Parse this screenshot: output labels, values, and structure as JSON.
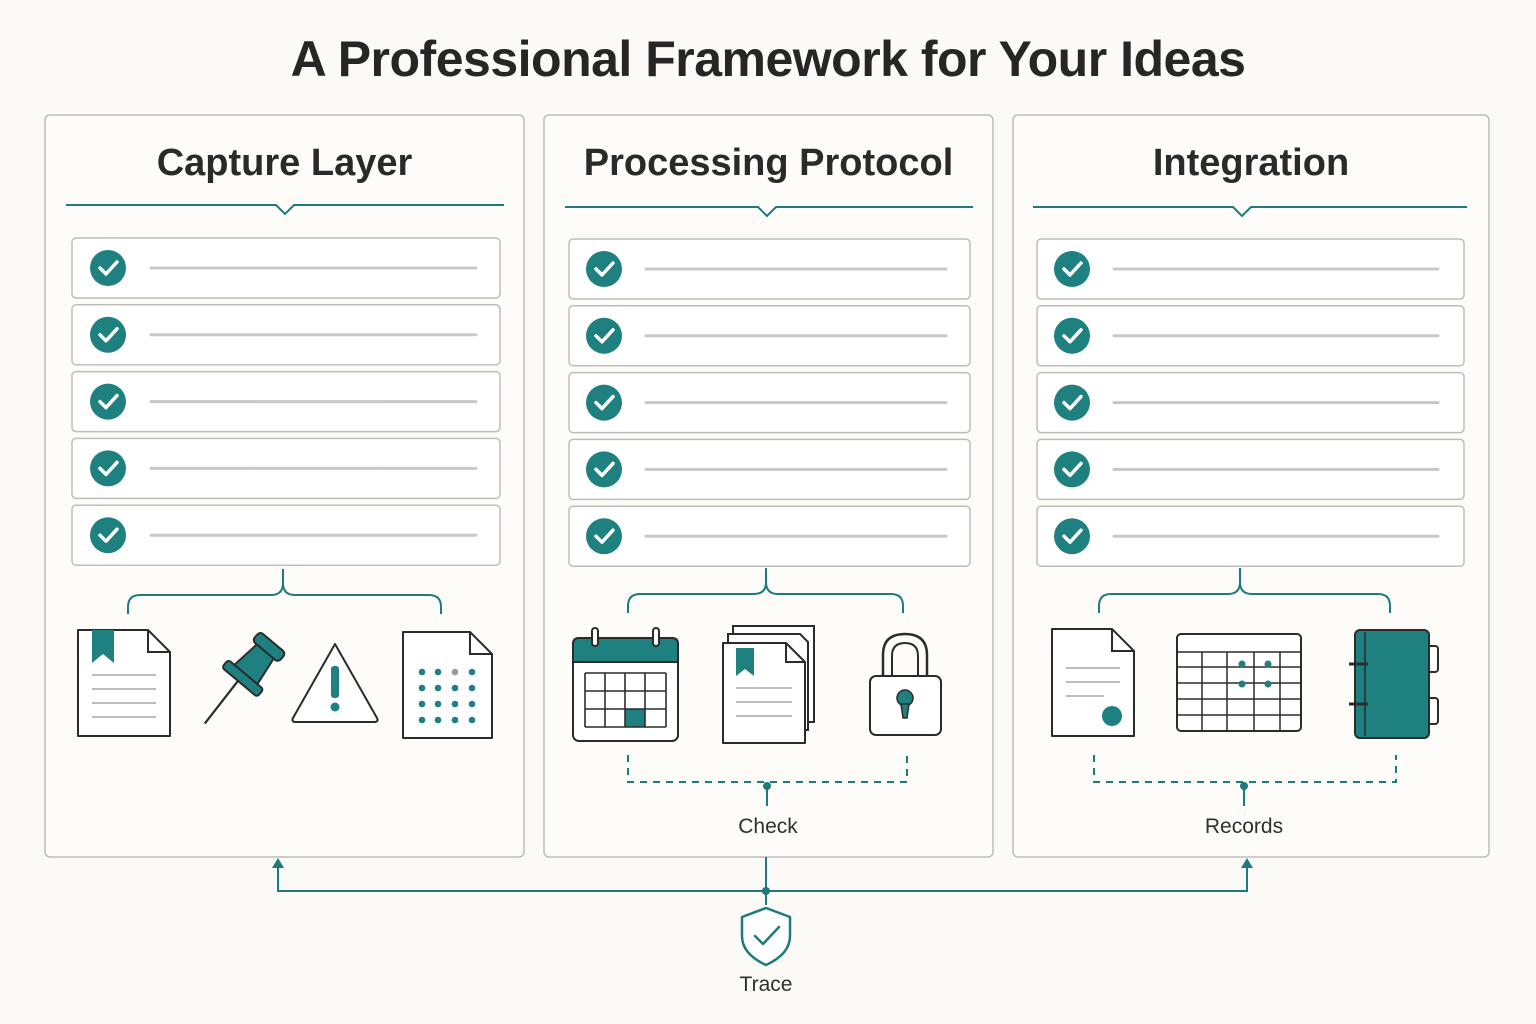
{
  "title": "A Professional Framework for Your Ideas",
  "colors": {
    "accent": "#1f8080",
    "line": "#c8c8c8",
    "border": "#bdbdbd",
    "ink": "#2b2b2b",
    "background": "#fbfaf6"
  },
  "panels": [
    {
      "title": "Capture Layer",
      "items": [
        "",
        "",
        "",
        "",
        ""
      ],
      "icons": [
        "bookmarked-document-icon",
        "push-pin-icon",
        "warning-icon",
        "dot-grid-document-icon"
      ],
      "footer": ""
    },
    {
      "title": "Processing Protocol",
      "items": [
        "",
        "",
        "",
        "",
        ""
      ],
      "icons": [
        "calendar-icon",
        "stacked-documents-icon",
        "padlock-icon"
      ],
      "footer": "Check"
    },
    {
      "title": "Integration",
      "items": [
        "",
        "",
        "",
        "",
        ""
      ],
      "icons": [
        "sealed-document-icon",
        "table-grid-icon",
        "binder-notebook-icon"
      ],
      "footer": "Records"
    }
  ],
  "bottom": {
    "icon": "shield-check-icon",
    "label": "Trace"
  }
}
